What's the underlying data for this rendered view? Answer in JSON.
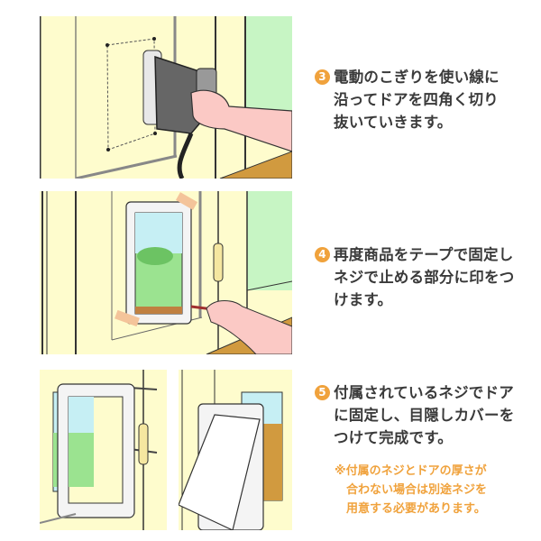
{
  "colors": {
    "accent": "#f0a23c",
    "text": "#3a3a3a",
    "wall": "#fefccd",
    "wall_green": "#c7f5c4",
    "floor": "#d19a3f",
    "skin": "#fbc9c5",
    "sky": "#c6eff4",
    "grass": "#9be390"
  },
  "steps": [
    {
      "number": "3",
      "lines": [
        "電動のこぎりを使い線に",
        "沿ってドアを四角く切り",
        "抜いていきます。"
      ],
      "illustration": "jigsaw-cutting-door"
    },
    {
      "number": "4",
      "lines": [
        "再度商品をテープで固定し",
        "ネジで止める部分に印をつ",
        "けます。"
      ],
      "illustration": "marking-screw-holes"
    },
    {
      "number": "5",
      "lines": [
        "付属されているネジでドア",
        "に固定し、目隠しカバーを",
        "つけて完成です。"
      ],
      "illustration": "attaching-pet-door"
    }
  ],
  "note": {
    "lines": [
      "※付属のネジとドアの厚さが",
      "合わない場合は別途ネジを",
      "用意する必要があります。"
    ]
  }
}
